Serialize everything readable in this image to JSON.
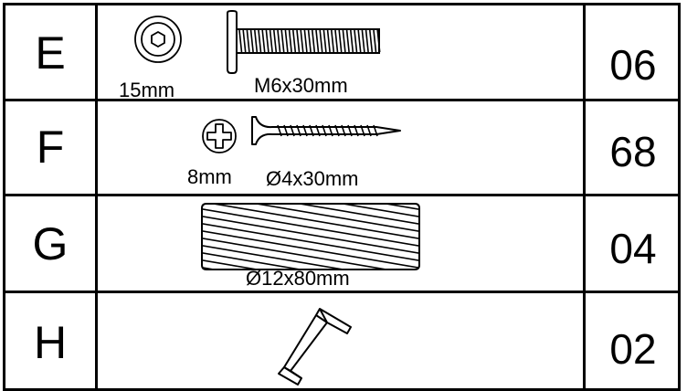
{
  "table": {
    "rows": [
      {
        "letter": "E",
        "head_label": "15mm",
        "size_label": "M6x30mm",
        "quantity": "06",
        "head_icon": "hex-socket-head-icon",
        "part_icon": "connector-bolt-icon"
      },
      {
        "letter": "F",
        "head_label": "8mm",
        "size_label": "Ø4x30mm",
        "quantity": "68",
        "head_icon": "phillips-head-icon",
        "part_icon": "wood-screw-icon"
      },
      {
        "letter": "G",
        "size_label": "Ø12x80mm",
        "quantity": "04",
        "part_icon": "wooden-dowel-icon"
      },
      {
        "letter": "H",
        "quantity": "02",
        "part_icon": "allen-key-icon"
      }
    ]
  },
  "colors": {
    "line": "#000000",
    "background": "#ffffff"
  }
}
